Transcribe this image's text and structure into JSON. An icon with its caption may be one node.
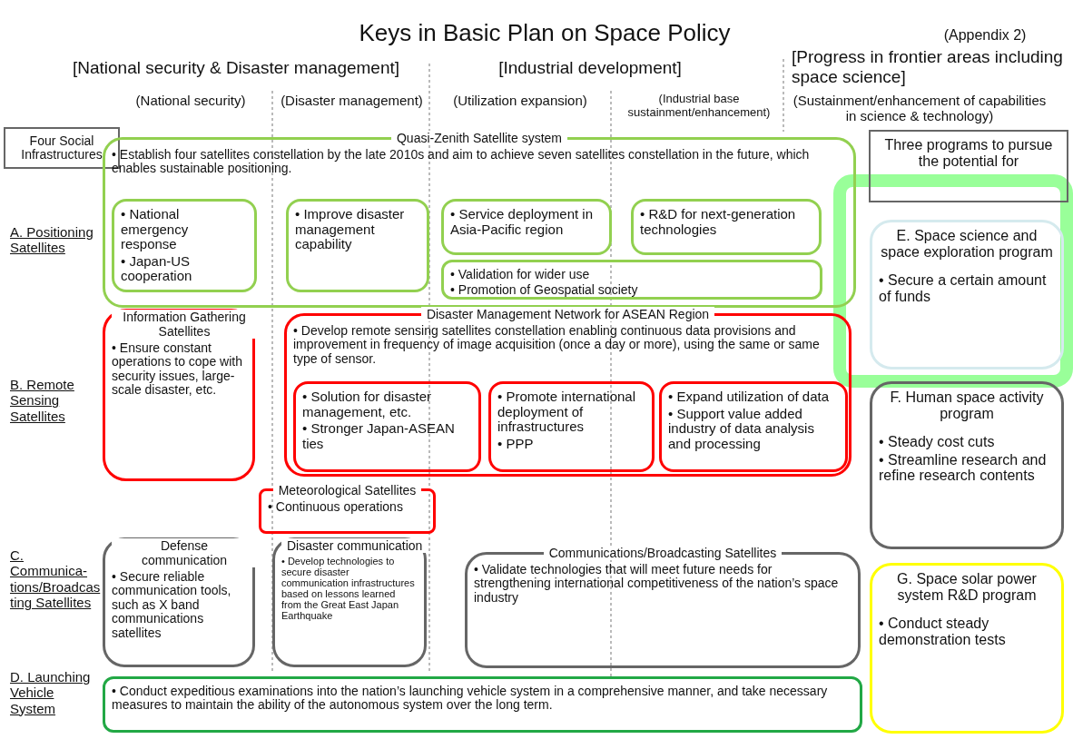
{
  "diagram": {
    "title": "Keys in Basic Plan on Space Policy",
    "nodes": [
      {
        "text": [
          "Four Social Infrastructures"
        ]
      },
      {
        "text": [
          "Quasi-Zenith Satellite system",
          "• Establish four satellites constellation by the late 2010s and aim to achieve seven satellites constellation in the future, which enables sustainable positioning."
        ]
      },
      {
        "text": [
          "• National emergency response",
          "• Japan-US cooperation"
        ],
        "in": 1
      },
      {
        "text": [
          "• Improve disaster management capability"
        ],
        "in": 1
      },
      {
        "text": [
          "• Service deployment in Asia-Pacific region"
        ],
        "in": 1
      },
      {
        "text": [
          "• R&D for next-generation technologies"
        ],
        "in": 1
      },
      {
        "text": [
          "• Validation for wider use",
          "• Promotion of Geospatial society"
        ],
        "in": 1
      },
      {
        "text": [
          "Information Gathering Satellites",
          "• Ensure constant operations to cope with security issues, large-scale disaster, etc."
        ]
      },
      {
        "text": [
          "Disaster Management Network for ASEAN Region",
          "• Develop remote sensing satellites constellation enabling continuous data provisions and improvement in frequency of image acquisition (once a day or more), using the same or same type of sensor."
        ]
      },
      {
        "text": [
          "• Solution for disaster management, etc.",
          "• Stronger Japan-ASEAN ties"
        ],
        "in": 8
      },
      {
        "text": [
          "• Promote international deployment of infrastructures",
          "• PPP"
        ],
        "in": 8
      },
      {
        "text": [
          "• Expand utilization of data",
          "• Support value added industry of data analysis and processing"
        ],
        "in": 8
      },
      {
        "text": [
          "Meteorological Satellites",
          "• Continuous operations"
        ]
      },
      {
        "text": [
          "Defense communication",
          "• Secure reliable communication tools, such as X band communications satellites"
        ]
      },
      {
        "text": [
          "Disaster communication",
          "• Develop technologies to secure disaster communication infrastructures based on lessons learned from the Great East Japan Earthquake"
        ]
      },
      {
        "text": [
          "Communications/Broadcasting Satellites",
          "• Validate technologies that will meet future needs for strengthening international competitiveness of the nation’s space industry"
        ]
      },
      {
        "text": [
          "• Conduct expeditious examinations into the nation’s launching vehicle system in a comprehensive manner, and take necessary measures to maintain the ability of the autonomous system over the long term."
        ]
      },
      {
        "text": [
          "Three programs to pursue the potential for"
        ]
      },
      {
        "text": [
          "E. Space science and space exploration program",
          "• Secure a certain amount of funds"
        ]
      },
      {
        "text": [
          "F. Human space activity program",
          "• Steady cost cuts",
          "• Streamline research and refine research contents"
        ]
      },
      {
        "text": [
          "G. Space solar power system R&D program",
          "• Conduct steady demonstration tests"
        ]
      }
    ],
    "labels": [
      "(Appendix 2)",
      "[National security & Disaster management]",
      "[Industrial development]",
      "[Progress in frontier areas including space science]",
      "(National security)",
      "(Disaster management)",
      "(Utilization expansion)",
      "(Industrial base sustainment/enhancement)",
      "(Sustainment/enhancement of capabilities in science & technology)",
      "A. Positioning Satellites",
      "B. Remote Sensing Satellites",
      "C. Communica-tions/Broadcasting Satellites",
      "D. Launching Vehicle System"
    ]
  }
}
